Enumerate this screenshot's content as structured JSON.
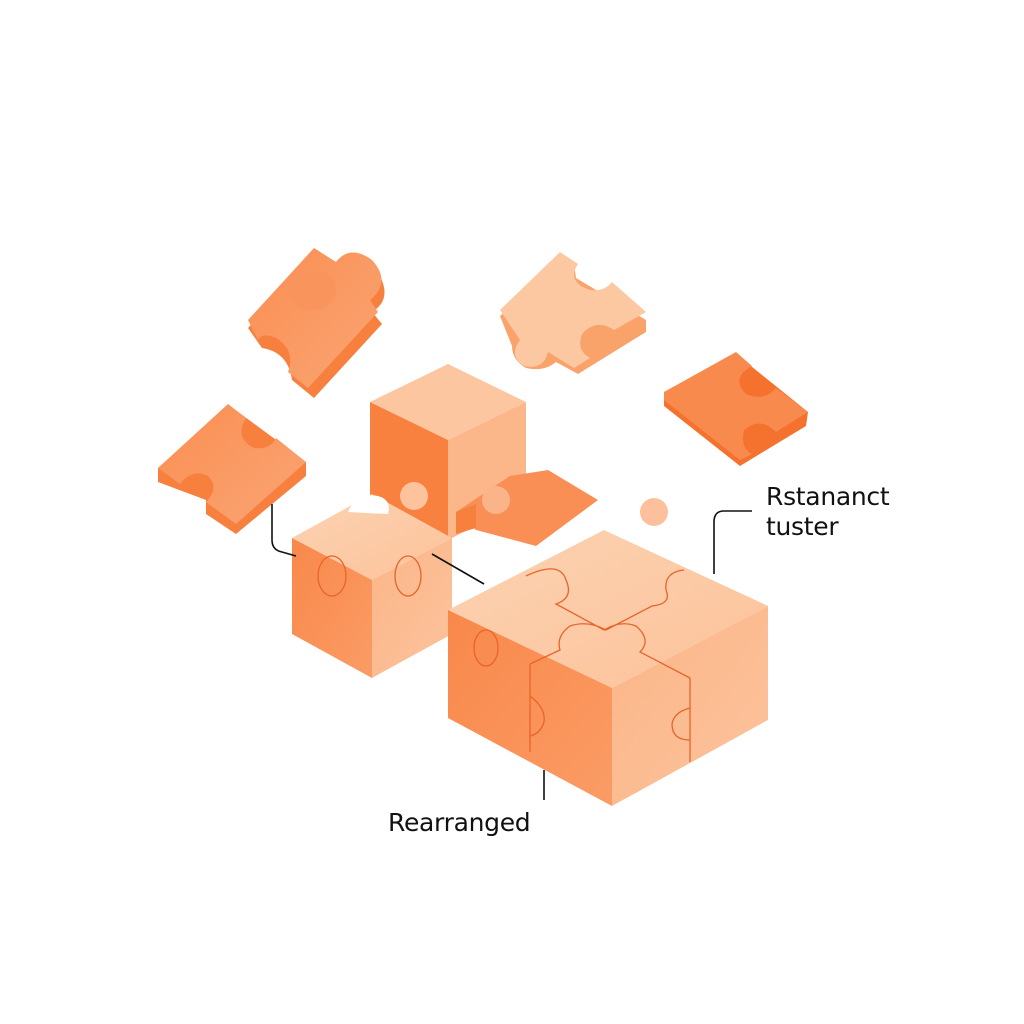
{
  "diagram": {
    "type": "isometric-puzzle-illustration",
    "colors": {
      "background": "#ffffff",
      "top_light": "#fcc9a2",
      "side_mid": "#f9a874",
      "side_dark": "#f78545",
      "seam_line": "#e8642b",
      "leader_line": "#111111"
    },
    "labels": [
      {
        "id": "cluster",
        "lines": [
          "Rstananct",
          "tuster"
        ]
      },
      {
        "id": "rearranged",
        "lines": [
          "Rearranged"
        ]
      }
    ],
    "elements": [
      {
        "name": "floating-piece-top-left",
        "kind": "puzzle-piece",
        "color": "dark"
      },
      {
        "name": "floating-piece-top-center",
        "kind": "puzzle-piece",
        "color": "light"
      },
      {
        "name": "floating-piece-right",
        "kind": "puzzle-piece",
        "color": "dark"
      },
      {
        "name": "floating-piece-left",
        "kind": "puzzle-piece",
        "color": "dark"
      },
      {
        "name": "tall-cube",
        "kind": "block"
      },
      {
        "name": "small-cube",
        "kind": "puzzle-block"
      },
      {
        "name": "large-assembled-block",
        "kind": "puzzle-block",
        "pieces": 4
      }
    ]
  }
}
